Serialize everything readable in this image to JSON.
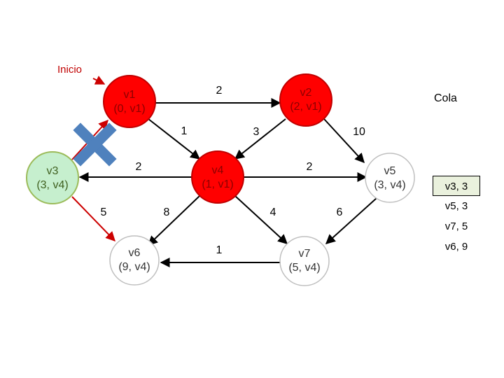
{
  "start_label": "Inicio",
  "colors": {
    "visited": "#ff0000",
    "visited_border": "#c00000",
    "current": "#c6efce",
    "current_border": "#9bbb59",
    "unvisited": "#ffffff",
    "unvisited_border": "#bfbfbf",
    "removed_edge": "#4f81bd",
    "highlight_edge": "#cc0000"
  },
  "nodes": {
    "v1": {
      "name": "v1",
      "info": "(0, v1)",
      "state": "visited"
    },
    "v2": {
      "name": "v2",
      "info": "(2, v1)",
      "state": "visited"
    },
    "v3": {
      "name": "v3",
      "info": "(3, v4)",
      "state": "current"
    },
    "v4": {
      "name": "v4",
      "info": "(1, v1)",
      "state": "visited"
    },
    "v5": {
      "name": "v5",
      "info": "(3, v4)",
      "state": "unvisited"
    },
    "v6": {
      "name": "v6",
      "info": "(9, v4)",
      "state": "unvisited"
    },
    "v7": {
      "name": "v7",
      "info": "(5, v4)",
      "state": "unvisited"
    }
  },
  "edges": {
    "v1_v2": "2",
    "v1_v4": "1",
    "v2_v4": "3",
    "v2_v5": "10",
    "v4_v3": "2",
    "v4_v5": "2",
    "v3_v6": "5",
    "v4_v6": "8",
    "v4_v7": "4",
    "v5_v7": "6",
    "v7_v6": "1"
  },
  "queue": {
    "title": "Cola",
    "items": [
      "v3, 3",
      "v5, 3",
      "v7, 5",
      "v6, 9"
    ]
  }
}
